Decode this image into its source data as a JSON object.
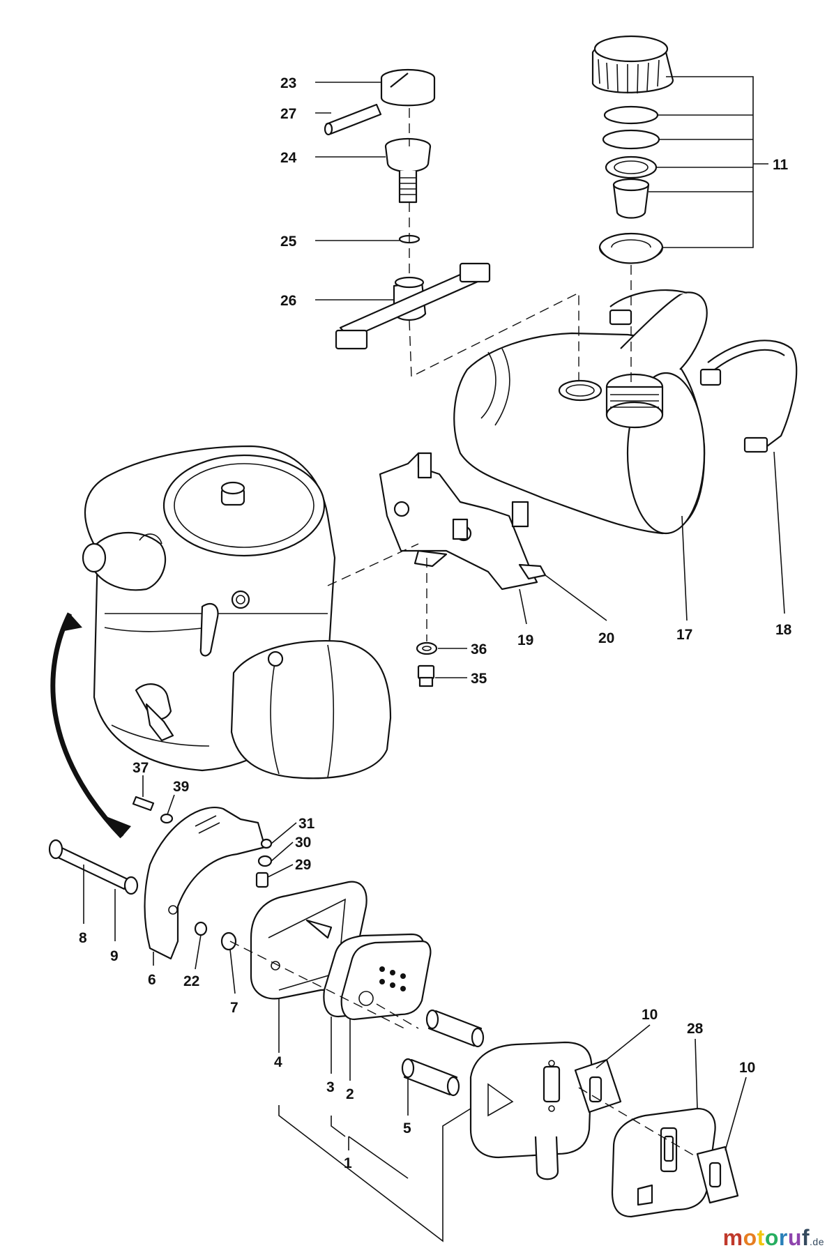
{
  "labels": {
    "l1": "1",
    "l2": "2",
    "l3": "3",
    "l4": "4",
    "l5": "5",
    "l6": "6",
    "l7": "7",
    "l8": "8",
    "l9": "9",
    "l10a": "10",
    "l10b": "10",
    "l11": "11",
    "l17": "17",
    "l18": "18",
    "l19": "19",
    "l20": "20",
    "l22": "22",
    "l23": "23",
    "l24": "24",
    "l25": "25",
    "l26": "26",
    "l27": "27",
    "l28": "28",
    "l29": "29",
    "l30": "30",
    "l31": "31",
    "l35": "35",
    "l36": "36",
    "l37": "37",
    "l39": "39"
  },
  "watermark": {
    "m1": "m",
    "o1": "o",
    "t": "t",
    "o2": "o",
    "r": "r",
    "u": "u",
    "f": "f",
    "tld": ".de"
  },
  "colors": {
    "ink": "#111111",
    "wm_m": "#c0392b",
    "wm_o1": "#e67e22",
    "wm_t": "#f1c40f",
    "wm_o2": "#27ae60",
    "wm_r": "#2980b9",
    "wm_u": "#8e44ad",
    "wm_f": "#34495e"
  }
}
